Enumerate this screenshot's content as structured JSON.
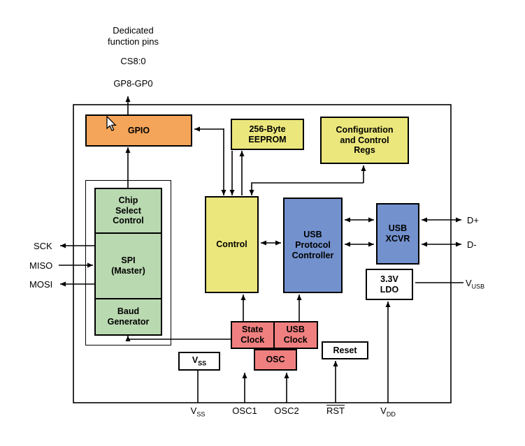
{
  "pin_labels": {
    "dedicated_function_pins": "Dedicated\nfunction pins",
    "cs": "CS8:0",
    "gp": "GP8-GP0",
    "sck": "SCK",
    "miso": "MISO",
    "mosi": "MOSI",
    "d_plus": "D+",
    "d_minus": "D-",
    "v_usb": {
      "base": "V",
      "sub": "USB"
    },
    "vss_bottom": {
      "base": "V",
      "sub": "SS"
    },
    "osc1": "OSC1",
    "osc2": "OSC2",
    "rst": "RST",
    "vdd": {
      "base": "V",
      "sub": "DD"
    }
  },
  "blocks": {
    "gpio": "GPIO",
    "eeprom": "256-Byte\nEEPROM",
    "config_regs": "Configuration\nand Control\nRegs",
    "chip_select": "Chip\nSelect\nControl",
    "spi": "SPI\n(Master)",
    "baud": "Baud\nGenerator",
    "control": "Control",
    "usb_protocol": "USB\nProtocol\nController",
    "usb_xcvr": "USB\nXCVR",
    "ldo": "3.3V\nLDO",
    "state_clock": "State\nClock",
    "usb_clock": "USB\nClock",
    "osc": "OSC",
    "vss": {
      "base": "V",
      "sub": "SS"
    },
    "reset": "Reset"
  },
  "colors": {
    "orange": "#F5A55A",
    "yellow": "#EBE77C",
    "green": "#B9D9B0",
    "blue": "#7291CD",
    "pink": "#F08080",
    "line": "#000000"
  }
}
